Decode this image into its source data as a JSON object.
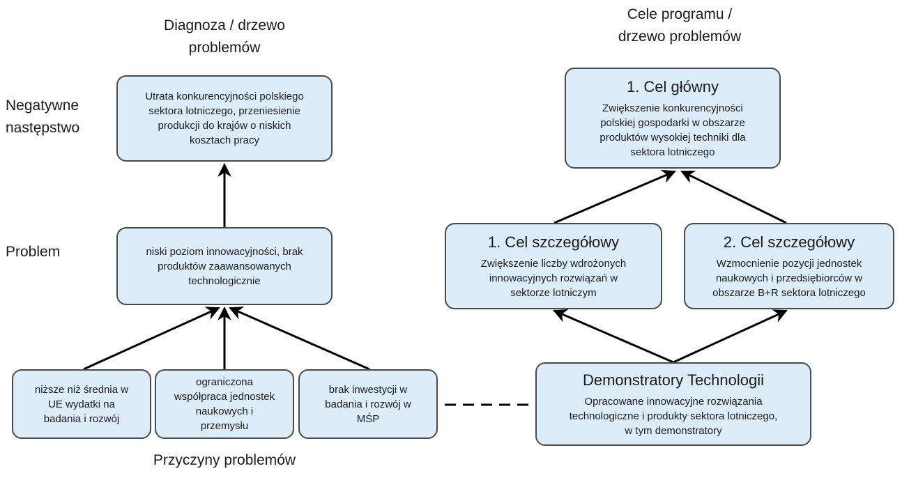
{
  "headers": {
    "left_title": [
      "Diagnoza / drzewo",
      "problemów"
    ],
    "right_title": [
      "Cele programu /",
      "drzewo problemów"
    ],
    "bottom_label": "Przyczyny problemów"
  },
  "row_labels": {
    "negative": [
      "Negatywne",
      "następstwo"
    ],
    "problem": "Problem"
  },
  "left_tree": {
    "consequence": [
      "Utrata konkurencyjności polskiego",
      "sektora lotniczego, przeniesienie",
      "produkcji do krajów o niskich",
      "kosztach pracy"
    ],
    "problem": [
      "niski poziom innowacyjności, brak",
      "produktów zaawansowanych",
      "technologicznie"
    ],
    "causes": [
      [
        "niższe niż średnia w",
        "UE wydatki na",
        "badania i rozwój"
      ],
      [
        "ograniczona",
        "współpraca jednostek",
        "naukowych i",
        "przemysłu"
      ],
      [
        "brak inwestycji w",
        "badania i rozwój w",
        "MŚP"
      ]
    ]
  },
  "right_tree": {
    "main_goal": {
      "title": "1. Cel główny",
      "text": [
        "Zwiększenie konkurencyjności",
        "polskiej gospodarki w obszarze",
        "produktów wysokiej techniki dla",
        "sektora lotniczego"
      ]
    },
    "goal1": {
      "title": "1. Cel szczegółowy",
      "text": [
        "Zwiększenie liczby wdrożonych",
        "innowacyjnych rozwiązań w",
        "sektorze lotniczym"
      ]
    },
    "goal2": {
      "title": "2. Cel szczegółowy",
      "text": [
        "Wzmocnienie pozycji jednostek",
        "naukowych i przedsiębiorców w",
        "obszarze B+R sektora lotniczego"
      ]
    },
    "demonstrators": {
      "title": "Demonstratory Technologii",
      "text": [
        "Opracowane innowacyjne rozwiązania",
        "technologiczne i produkty sektora lotniczego,",
        "w tym demonstratory"
      ]
    }
  },
  "colors": {
    "box_fill": "#dcecf8",
    "box_border": "#4a4a4a",
    "arrow": "#000000"
  }
}
